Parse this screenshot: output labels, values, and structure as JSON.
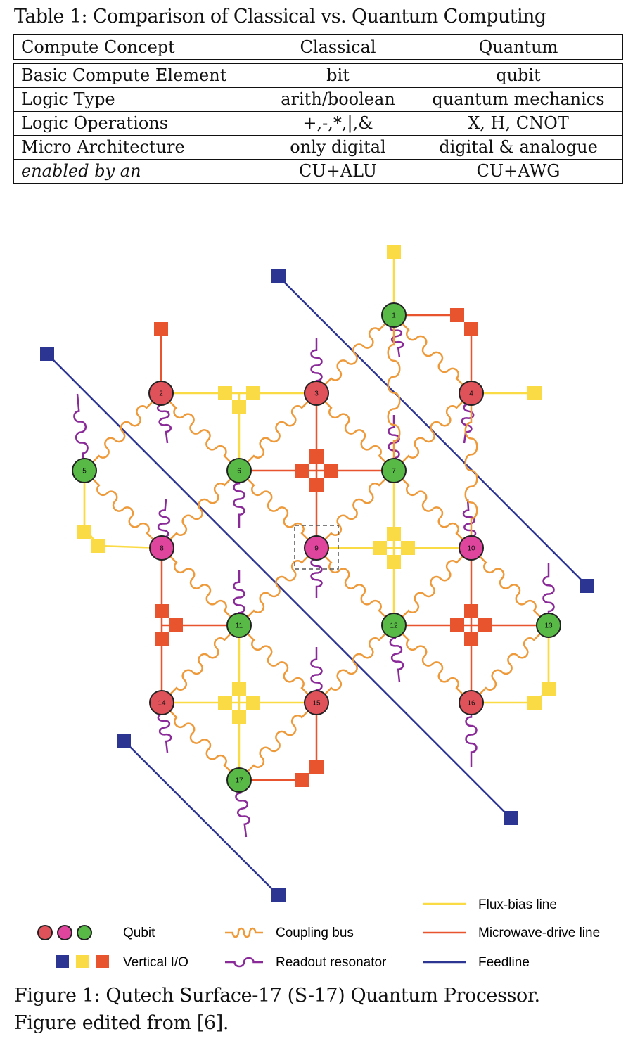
{
  "table": {
    "caption": "Table 1: Comparison of Classical vs. Quantum Computing",
    "headers": [
      "Compute Concept",
      "Classical",
      "Quantum"
    ],
    "rows": [
      [
        "Basic Compute Element",
        "bit",
        "qubit"
      ],
      [
        "Logic Type",
        "arith/boolean",
        "quantum mechanics"
      ],
      [
        "Logic Operations",
        "+,-,*,|,&",
        "X, H, CNOT"
      ],
      [
        "Micro Architecture",
        "only digital",
        "digital & analogue"
      ],
      [
        "enabled by an",
        "CU+ALU",
        "CU+AWG"
      ]
    ]
  },
  "figure": {
    "colors": {
      "qubit_red": "#e0525a",
      "qubit_magenta": "#e0459e",
      "qubit_green": "#58b947",
      "flux_bias": "#fbdb45",
      "microwave_drive": "#e8542d",
      "feedline": "#2d3592",
      "coupling_bus": "#ee9a3b",
      "readout_resonator": "#8a2a98"
    },
    "qubits": [
      {
        "label": "1",
        "color": "green"
      },
      {
        "label": "2",
        "color": "red"
      },
      {
        "label": "3",
        "color": "red"
      },
      {
        "label": "4",
        "color": "red"
      },
      {
        "label": "5",
        "color": "green"
      },
      {
        "label": "6",
        "color": "green"
      },
      {
        "label": "7",
        "color": "green"
      },
      {
        "label": "8",
        "color": "magenta"
      },
      {
        "label": "9",
        "color": "magenta"
      },
      {
        "label": "10",
        "color": "magenta"
      },
      {
        "label": "11",
        "color": "green"
      },
      {
        "label": "12",
        "color": "green"
      },
      {
        "label": "13",
        "color": "green"
      },
      {
        "label": "14",
        "color": "red"
      },
      {
        "label": "15",
        "color": "red"
      },
      {
        "label": "16",
        "color": "red"
      },
      {
        "label": "17",
        "color": "green"
      }
    ],
    "legend": {
      "qubit": "Qubit",
      "vertical_io": "Vertical I/O",
      "coupling_bus": "Coupling bus",
      "readout_resonator": "Readout resonator",
      "flux_bias_line": "Flux-bias line",
      "microwave_drive_line": "Microwave-drive line",
      "feedline": "Feedline"
    },
    "caption_line1": "Figure 1: Qutech Surface-17 (S-17) Quantum Processor.",
    "caption_line2": "Figure edited from [6]."
  }
}
